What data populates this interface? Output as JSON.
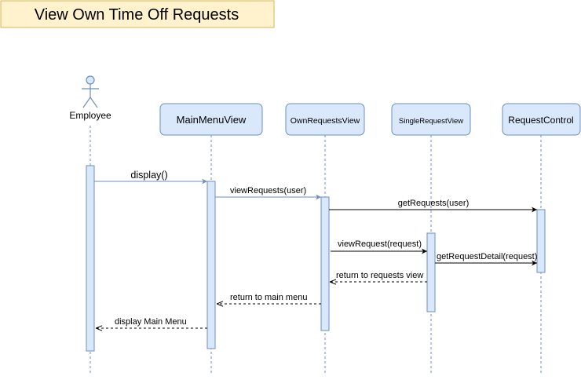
{
  "diagram": {
    "title": "View Own Time Off Requests",
    "colors": {
      "title_fill": "#fff2cc",
      "title_stroke": "#d6b656",
      "box_fill": "#dae8fc",
      "box_stroke": "#6c8ebf",
      "arrow": "#6c8ebf",
      "text": "#000000"
    },
    "participants": [
      {
        "id": "employee",
        "label": "Employee",
        "kind": "actor"
      },
      {
        "id": "mainmenu",
        "label": "MainMenuView",
        "kind": "box"
      },
      {
        "id": "ownrequests",
        "label": "OwnRequestsView",
        "kind": "box"
      },
      {
        "id": "singlerequest",
        "label": "SingleRequestView",
        "kind": "box"
      },
      {
        "id": "requestcontrol",
        "label": "RequestControl",
        "kind": "box"
      }
    ],
    "messages": [
      {
        "label": "display()",
        "from": "employee",
        "to": "mainmenu",
        "style": "call"
      },
      {
        "label": "viewRequests(user)",
        "from": "mainmenu",
        "to": "ownrequests",
        "style": "call"
      },
      {
        "label": "getRequests(user)",
        "from": "ownrequests",
        "to": "requestcontrol",
        "style": "call"
      },
      {
        "label": "viewRequest(request)",
        "from": "ownrequests",
        "to": "singlerequest",
        "style": "call"
      },
      {
        "label": "getRequestDetail(request)",
        "from": "singlerequest",
        "to": "requestcontrol",
        "style": "call"
      },
      {
        "label": "return to requests view",
        "from": "singlerequest",
        "to": "ownrequests",
        "style": "return"
      },
      {
        "label": "return to main menu",
        "from": "ownrequests",
        "to": "mainmenu",
        "style": "return"
      },
      {
        "label": "display Main Menu",
        "from": "mainmenu",
        "to": "employee",
        "style": "return"
      }
    ]
  }
}
